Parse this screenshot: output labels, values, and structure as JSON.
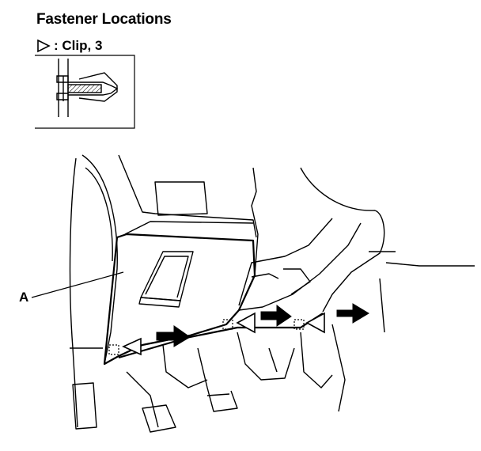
{
  "title": "Fastener Locations",
  "legend": {
    "symbol": "triangle-outline-icon",
    "label": ": Clip, 3"
  },
  "callout_a": "A",
  "colors": {
    "line": "#000000",
    "background": "#ffffff",
    "hatch": "#000000"
  }
}
